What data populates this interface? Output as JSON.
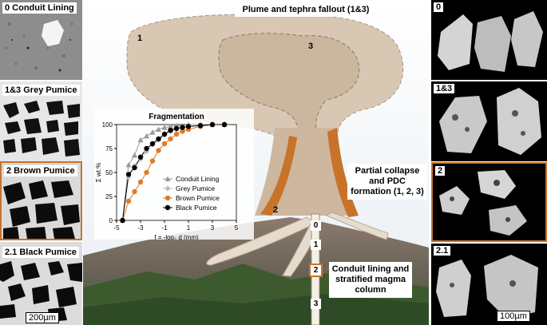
{
  "left_panels": [
    {
      "label": "0  Conduit Lining"
    },
    {
      "label": "1&3 Grey Pumice"
    },
    {
      "label": "2  Brown Pumice"
    },
    {
      "label": "2.1  Black Pumice"
    }
  ],
  "left_scalebar": "200µm",
  "right_panels": [
    {
      "label": "0"
    },
    {
      "label": "1&3"
    },
    {
      "label": "2"
    },
    {
      "label": "2.1"
    }
  ],
  "right_scalebar": "100µm",
  "center": {
    "plume_title": "Plume and tephra fallout (1&3)",
    "plume_num_1": "1",
    "plume_num_3": "3",
    "collapse_label": "Partial collapse and PDC formation (1, 2, 3)",
    "column_num_2": "2",
    "conduit_label": "Conduit lining and stratified magma column",
    "conduit_nums": [
      "0",
      "1",
      "2",
      "3"
    ]
  },
  "colors": {
    "brown_highlight": "#c8722a",
    "plume": "#d8c7b3",
    "brown_pumice": "#d48a3a"
  },
  "chart_data": {
    "type": "line",
    "title": "Fragmentation",
    "xlabel": "f = -log₂ d (mm)",
    "ylabel": "Σ wt.%",
    "xlim": [
      -5,
      5
    ],
    "ylim": [
      0,
      100
    ],
    "xticks": [
      "-5",
      "-3",
      "-1",
      "1",
      "3",
      "5"
    ],
    "yticks": [
      "0",
      "25",
      "50",
      "75",
      "100"
    ],
    "legend_position": "bottom-right",
    "series": [
      {
        "name": "Conduit Lining",
        "marker": "triangle",
        "color": "#999999",
        "x": [
          -4.5,
          -4,
          -3.5,
          -3,
          -2.5,
          -2,
          -1.5,
          -1,
          -0.5,
          0,
          0.5,
          1,
          2,
          3,
          4
        ],
        "values": [
          0,
          58,
          68,
          84,
          88,
          92,
          95,
          97,
          98,
          99,
          99,
          100,
          100,
          100,
          100
        ]
      },
      {
        "name": "Grey Pumice",
        "marker": "diamond",
        "color": "#bbbbbb",
        "x": [
          -4.5,
          -4,
          -3.5,
          -3,
          -2.5,
          -2,
          -1.5,
          -1,
          -0.5,
          0,
          0.5,
          1,
          2,
          3,
          4
        ],
        "values": [
          0,
          45,
          57,
          64,
          72,
          79,
          84,
          89,
          93,
          95,
          97,
          98,
          99,
          100,
          100
        ]
      },
      {
        "name": "Brown Pumice",
        "marker": "circle",
        "color": "#e07b2a",
        "x": [
          -4.5,
          -4,
          -3.5,
          -3,
          -2.5,
          -2,
          -1.5,
          -1,
          -0.5,
          0,
          0.5,
          1,
          2,
          3,
          4
        ],
        "values": [
          0,
          20,
          30,
          40,
          50,
          62,
          73,
          80,
          85,
          90,
          93,
          95,
          98,
          100,
          100
        ]
      },
      {
        "name": "Black Pumice",
        "marker": "circle",
        "color": "#000000",
        "x": [
          -4.5,
          -4,
          -3.5,
          -3,
          -2.5,
          -2,
          -1.5,
          -1,
          -0.5,
          0,
          0.5,
          1,
          2,
          3,
          4
        ],
        "values": [
          0,
          48,
          55,
          66,
          75,
          80,
          85,
          90,
          94,
          96,
          97,
          98,
          99,
          100,
          100
        ]
      }
    ]
  }
}
